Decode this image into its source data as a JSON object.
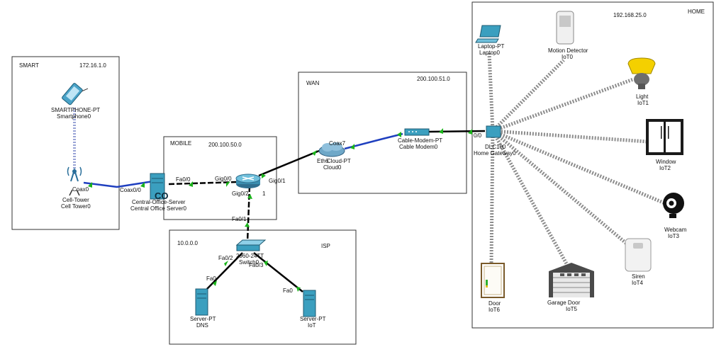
{
  "zones": {
    "smart": {
      "label": "SMART",
      "network": "172.16.1.0"
    },
    "mobile": {
      "label": "MOBILE",
      "network": "200.100.50.0"
    },
    "wan": {
      "label": "WAN",
      "network": "200.100.51.0"
    },
    "home": {
      "label": "HOME",
      "network": "192.168.25.0"
    },
    "isp": {
      "label": "ISP",
      "network": "10.0.0.0"
    }
  },
  "devices": {
    "smartphone": {
      "type": "SMARTPHONE-PT",
      "name": "Smartphone0"
    },
    "cell_tower": {
      "type": "Cell-Tower",
      "name": "Cell Tower0"
    },
    "central_office": {
      "type": "Central-Office-Server",
      "name": "Central Office Server0",
      "badge": "CO"
    },
    "router": {
      "type": "",
      "name": ""
    },
    "cloud": {
      "type": "Cloud-PT",
      "name": "Cloud0"
    },
    "cable_modem": {
      "type": "Cable-Modem-PT",
      "name": "Cable Modem0"
    },
    "home_gateway": {
      "type": "DLC100",
      "name": "Home Gateway0"
    },
    "laptop": {
      "type": "Laptop-PT",
      "name": "Laptop0"
    },
    "motion": {
      "type": "Motion Detector",
      "name": "IoT0"
    },
    "light": {
      "type": "Light",
      "name": "IoT1"
    },
    "window": {
      "type": "Window",
      "name": "IoT2"
    },
    "webcam": {
      "type": "Webcam",
      "name": "IoT3"
    },
    "siren": {
      "type": "Siren",
      "name": "IoT4"
    },
    "garage": {
      "type": "Garage Door",
      "name": "IoT5"
    },
    "door": {
      "type": "Door",
      "name": "IoT6"
    },
    "switch": {
      "type": "2960-24TT",
      "name": "Switch0"
    },
    "server_dns": {
      "type": "Server-PT",
      "name": "DNS"
    },
    "server_iot": {
      "type": "Server-PT",
      "name": "IoT"
    }
  },
  "ports": {
    "coax0_tower": "Coax0",
    "coax0_co": "Coax0/0",
    "fa00_co": "Fa0/0",
    "gig00": "Gig0/0",
    "gig01": "Gig0/1",
    "gig02": "Gig0/2",
    "gig02_extra": "1",
    "coax7": "Coax7",
    "eth6": "Eth6",
    "ge_modem": "0/0",
    "fa01": "Fa0/1",
    "fa02": "Fa0/2",
    "fa03": "Fa0/3",
    "fa0_dns": "Fa0",
    "fa0_iot": "Fa0"
  },
  "colors": {
    "coax": "#1f3fbf",
    "ethernet": "#000000",
    "wireless": "#8c8c8c",
    "link_light": "#1bb41b",
    "device_teal": "#3b9fbf",
    "zone_border": "#333333"
  }
}
